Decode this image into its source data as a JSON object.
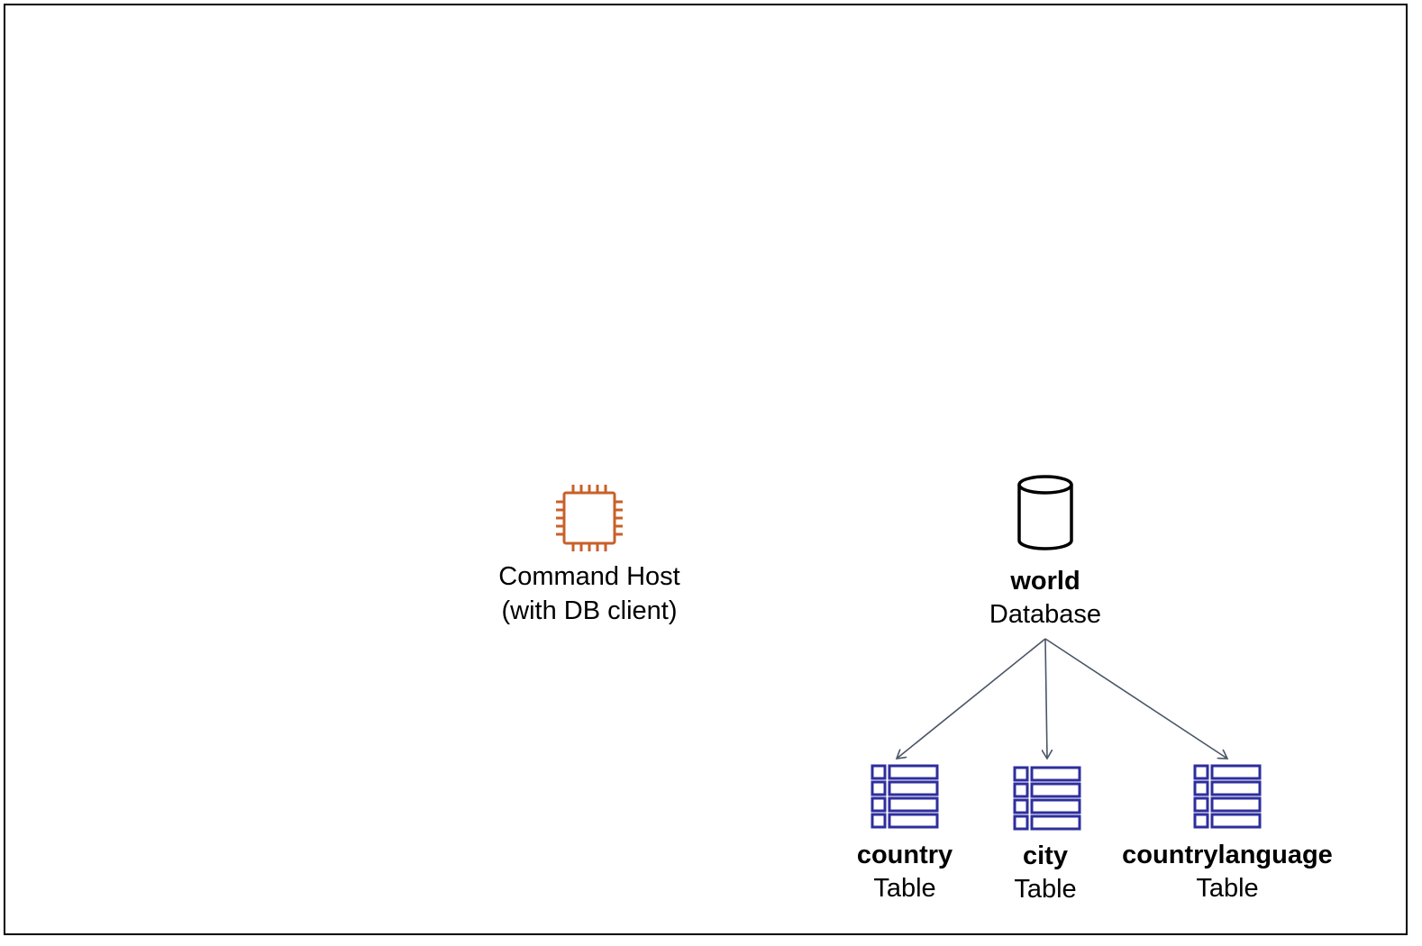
{
  "colors": {
    "host_icon": "#C8612A",
    "table_icon": "#2E2E9E",
    "database_icon": "#000000",
    "arrow": "#4A5566",
    "text": "#000000"
  },
  "command_host": {
    "icon": "ec2-instance-chip-icon",
    "line1": "Command Host",
    "line2": "(with DB client)"
  },
  "database": {
    "icon": "database-cylinder-icon",
    "name": "world",
    "type": "Database"
  },
  "tables": [
    {
      "name": "country",
      "type": "Table",
      "icon": "table-icon"
    },
    {
      "name": "city",
      "type": "Table",
      "icon": "table-icon"
    },
    {
      "name": "countrylanguage",
      "type": "Table",
      "icon": "table-icon"
    }
  ]
}
